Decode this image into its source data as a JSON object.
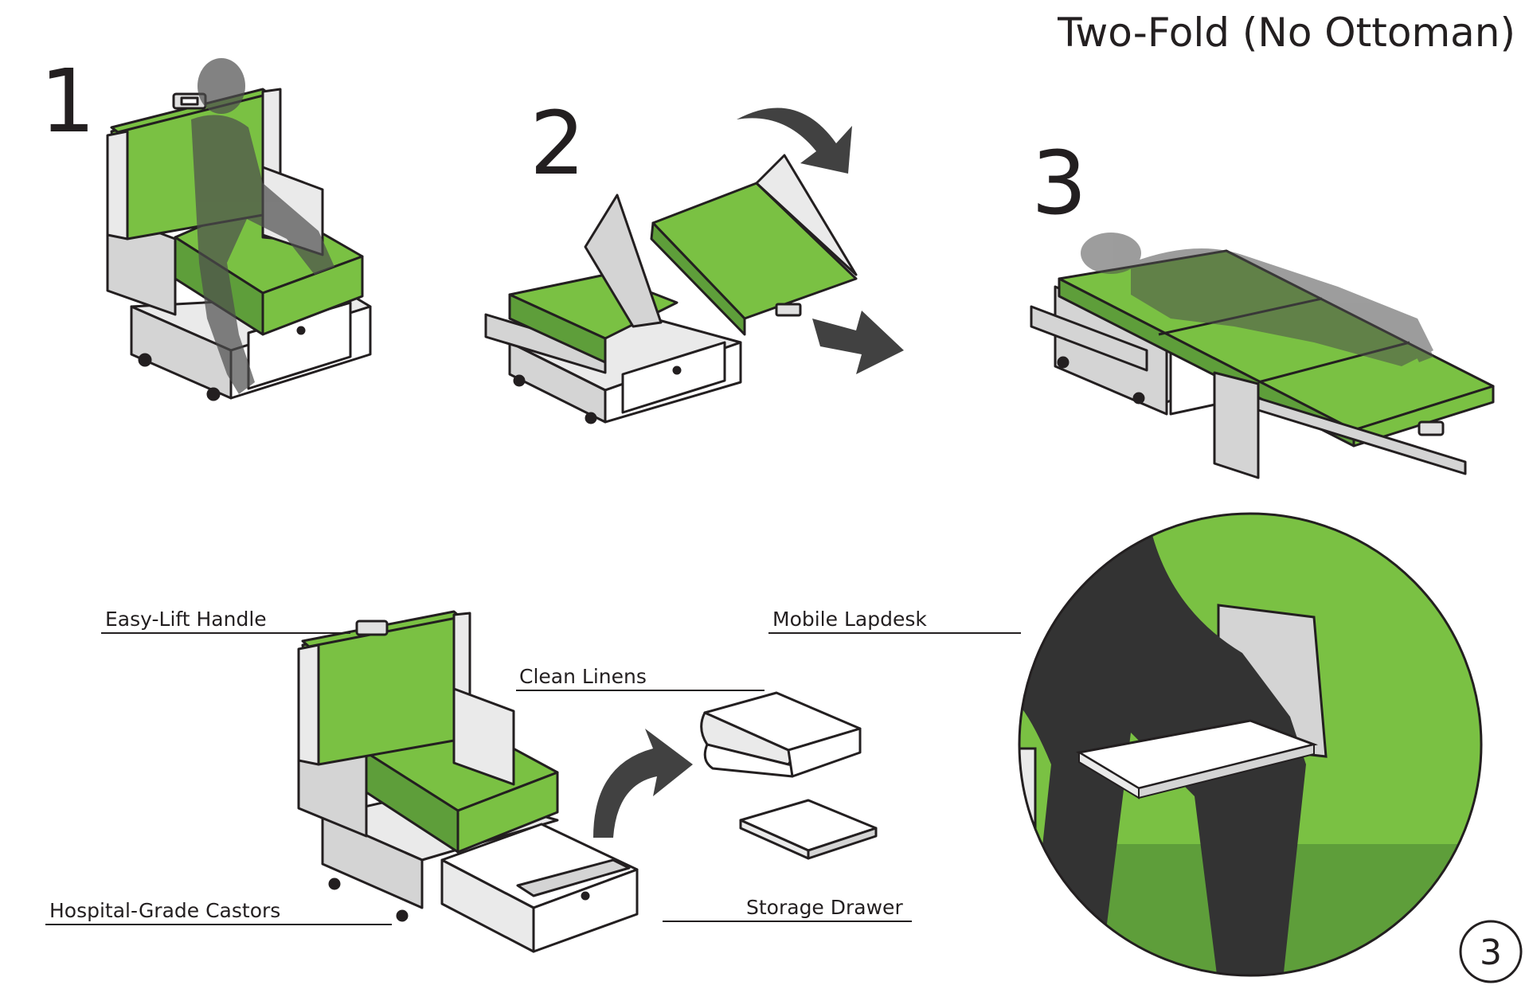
{
  "title": "Two-Fold (No Ottoman)",
  "steps": [
    "1",
    "2",
    "3"
  ],
  "callouts": {
    "easy_lift_handle": "Easy-Lift Handle",
    "clean_linens": "Clean Linens",
    "mobile_lapdesk": "Mobile Lapdesk",
    "hospital_grade_castors": "Hospital-Grade Castors",
    "storage_drawer": "Storage Drawer"
  },
  "page_number": "3",
  "colors": {
    "cushion_green": "#7ac143",
    "cushion_green_dark": "#5e9e3a",
    "frame_gray": "#d4d4d4",
    "frame_light": "#eaeaea",
    "outline": "#231f20",
    "arrow": "#414141",
    "silhouette": "#4d4d4d",
    "lapdesk_arm": "#333333"
  },
  "icons": {
    "arrows": [
      "curved-arrow-icon",
      "straight-arrow-icon",
      "drawer-lift-arrow-icon"
    ],
    "figures": [
      "seated-person-silhouette",
      "reclining-person-silhouette"
    ]
  }
}
